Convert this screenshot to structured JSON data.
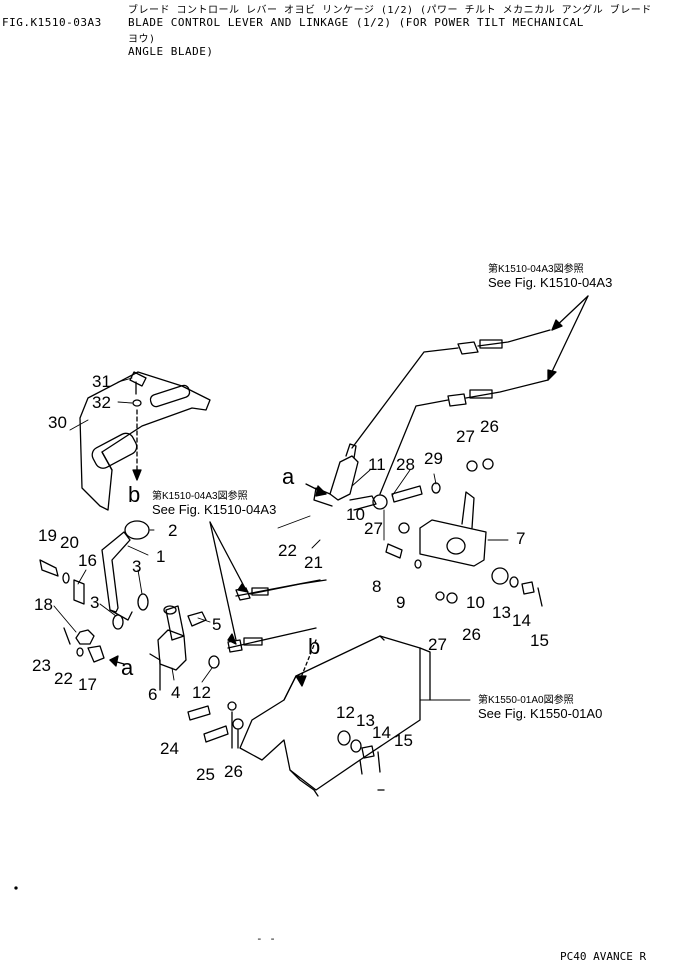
{
  "header": {
    "fig_label": "FIG.K1510-03A3",
    "jp_title": "ブレード コントロール レバー オヨビ リンケージ (1/2) (パワー チルト メカニカル アングル ブレード",
    "title_line1": "BLADE CONTROL LEVER AND LINKAGE (1/2) (FOR POWER TILT MECHANICAL",
    "jp_yo": "ヨウ)",
    "title_line2": "ANGLE BLADE)"
  },
  "references": [
    {
      "jp": "第K1510-04A3図参照",
      "en": "See Fig. K1510-04A3"
    },
    {
      "jp": "第K1510-04A3図参照",
      "en": "See Fig. K1510-04A3"
    },
    {
      "jp": "第K1550-01A0図参照",
      "en": "See Fig. K1550-01A0"
    }
  ],
  "callouts": {
    "a": "a",
    "b": "b"
  },
  "part_numbers": [
    "1",
    "2",
    "3",
    "3",
    "4",
    "5",
    "6",
    "7",
    "8",
    "9",
    "10",
    "10",
    "11",
    "12",
    "12",
    "13",
    "13",
    "14",
    "14",
    "15",
    "15",
    "16",
    "17",
    "18",
    "19",
    "20",
    "21",
    "22",
    "22",
    "23",
    "24",
    "25",
    "26",
    "26",
    "26",
    "27",
    "27",
    "27",
    "28",
    "29",
    "30",
    "31",
    "32"
  ],
  "footer": {
    "model": "PC40 AVANCE R",
    "dash": "- -"
  }
}
